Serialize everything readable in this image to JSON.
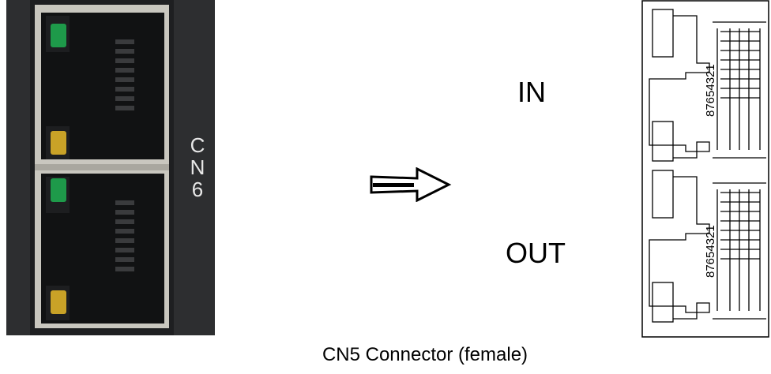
{
  "photo": {
    "connector_label": [
      "C",
      "N",
      "6"
    ],
    "colors": {
      "housing": "#2d2e30",
      "frame": "#c9c7bf",
      "led_green": "#1e9a4a",
      "led_yellow": "#c9a227"
    }
  },
  "labels": {
    "in": "IN",
    "out": "OUT"
  },
  "caption": "CN5 Connector (female)",
  "pinout": {
    "top_pins": "87654321",
    "bottom_pins": "87654321"
  },
  "arrow": {
    "icon": "right-arrow-icon"
  }
}
